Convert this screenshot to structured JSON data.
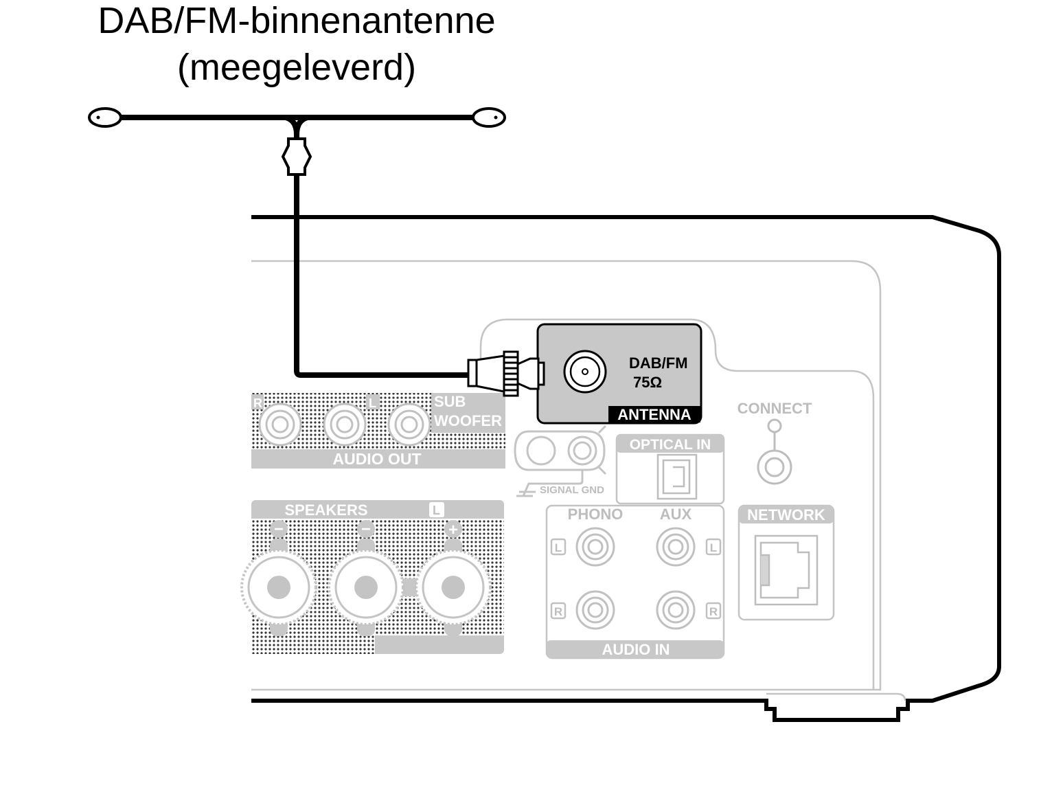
{
  "title": {
    "line1": "DAB/FM-binnenantenne",
    "line2": "(meegeleverd)"
  },
  "antenna_panel": {
    "label_line1": "DAB/FM",
    "label_line2": "75Ω",
    "badge": "ANTENNA"
  },
  "audio_out": {
    "section": "AUDIO OUT",
    "r": "R",
    "l": "L",
    "sub_line1": "SUB",
    "sub_line2": "WOOFER"
  },
  "signal_gnd": "SIGNAL GND",
  "optical_in": "OPTICAL IN",
  "connect": "CONNECT",
  "speakers": {
    "section": "SPEAKERS",
    "l": "L",
    "minus": "−",
    "plus": "+"
  },
  "audio_in": {
    "section": "AUDIO IN",
    "phono": "PHONO",
    "aux": "AUX",
    "l": "L",
    "r": "R"
  },
  "network": "NETWORK",
  "colors": {
    "outline": "#000000",
    "panel_gray": "#c8c8c8",
    "faded": "#bdbdbd"
  }
}
